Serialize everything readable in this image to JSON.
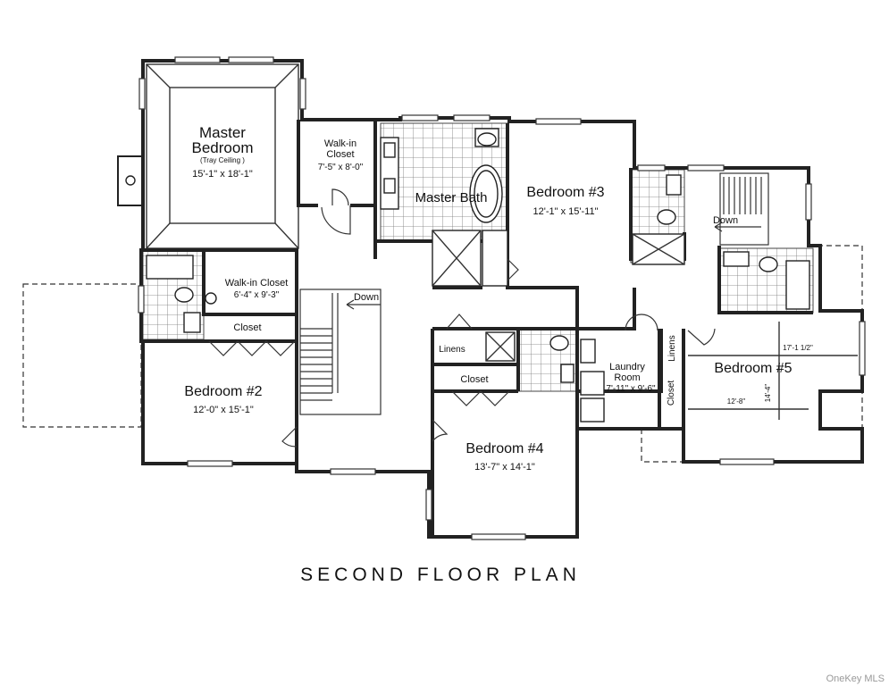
{
  "plan": {
    "title": "SECOND FLOOR PLAN",
    "credit": "OneKey MLS"
  },
  "rooms": {
    "master_bedroom": {
      "name_line1": "Master",
      "name_line2": "Bedroom",
      "note": "(Tray Ceiling )",
      "dims": "15'-1\" x 18'-1\""
    },
    "walkin_closet_1": {
      "name_line1": "Walk-in",
      "name_line2": "Closet",
      "dims": "7'-5\" x 8'-0\""
    },
    "master_bath": {
      "name": "Master Bath"
    },
    "bedroom_3": {
      "name": "Bedroom #3",
      "dims": "12'-1\" x 15'-11\""
    },
    "walkin_closet_2": {
      "name": "Walk-in Closet",
      "dims": "6'-4\" x 9'-3\""
    },
    "closet_bed2": {
      "name": "Closet"
    },
    "bedroom_2": {
      "name": "Bedroom #2",
      "dims": "12'-0\" x 15'-1\""
    },
    "linens_1": {
      "name": "Linens"
    },
    "closet_hall": {
      "name": "Closet"
    },
    "bedroom_4": {
      "name": "Bedroom #4",
      "dims": "13'-7\" x 14'-1\""
    },
    "laundry": {
      "name_line1": "Laundry",
      "name_line2": "Room",
      "dims": "7'-11\" x 9'-6\""
    },
    "linens_2": {
      "name": "Linens"
    },
    "closet_bed5": {
      "name": "Closet"
    },
    "bedroom_5": {
      "name": "Bedroom #5",
      "dim_a": "17'-1 1/2\"",
      "dim_b": "12'-8\"",
      "dim_c": "14'-4\""
    }
  },
  "stairs": {
    "main_label": "Down",
    "rear_label": "Down"
  }
}
